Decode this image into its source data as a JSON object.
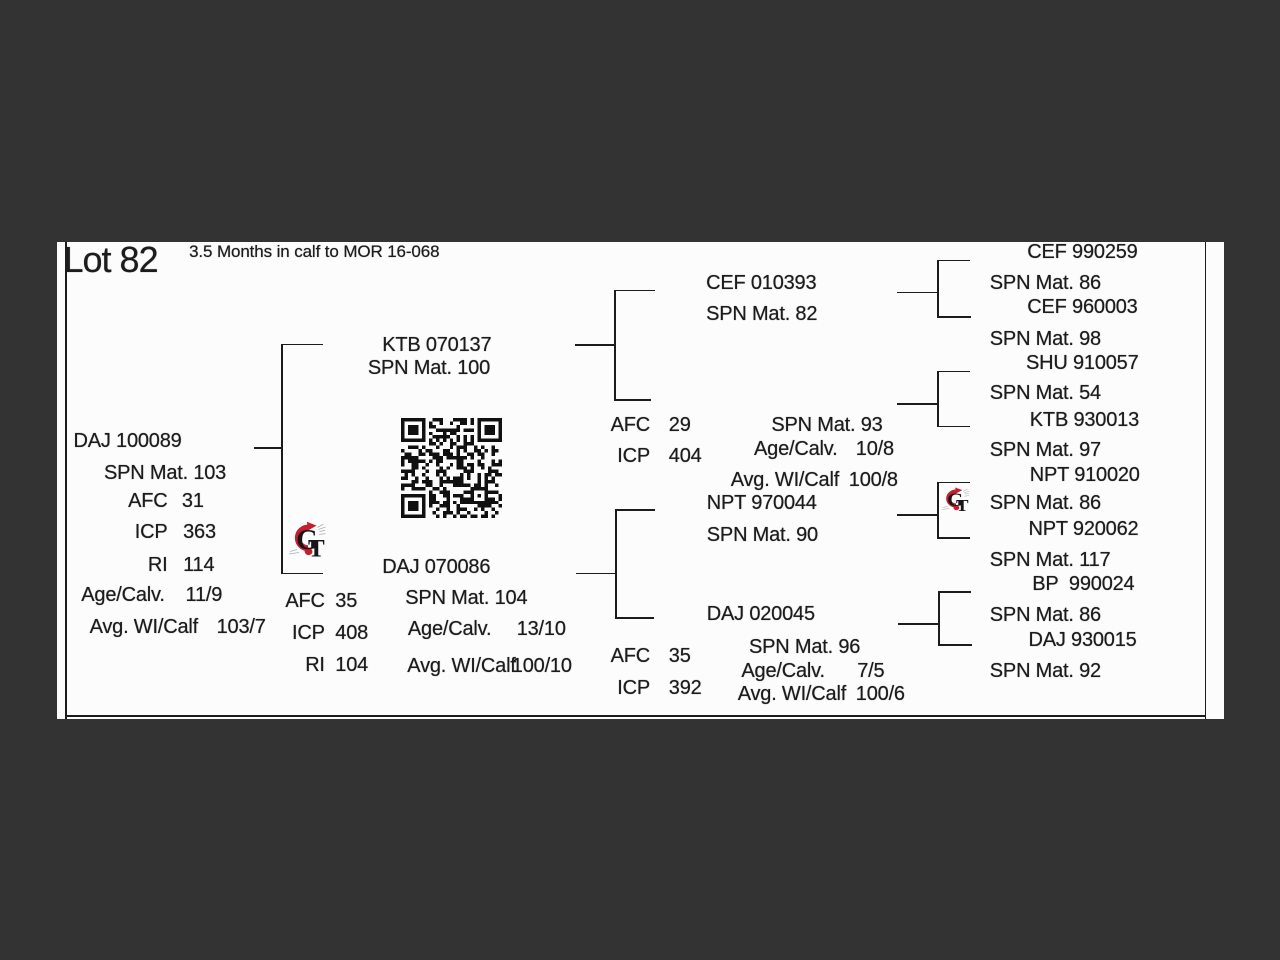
{
  "viewer": {
    "background": "#333333",
    "page_background": "#fcfcfc"
  },
  "colors": {
    "text": "#1c1c1c",
    "line": "#1c1c1c",
    "logo_red": "#c41f2e",
    "logo_black": "#161616",
    "logo_sketch": "#a9aeb8"
  },
  "header": {
    "lot": "Lot 82",
    "subtitle": "3.5 Months in calf to MOR 16-068"
  },
  "pedigree": {
    "subject": {
      "id": "DAJ 100089",
      "spn": "SPN Mat. 103",
      "stats": [
        {
          "label": "AFC",
          "value": "31"
        },
        {
          "label": "ICP",
          "value": "363"
        },
        {
          "label": "RI",
          "value": "114"
        },
        {
          "label": "Age/Calv.",
          "value": "11/9"
        },
        {
          "label": "Avg. WI/Calf",
          "value": "103/7"
        }
      ]
    },
    "sire": {
      "id": "KTB 070137",
      "spn": "SPN Mat. 100",
      "stats": [
        {
          "label": "AFC",
          "value": "35"
        },
        {
          "label": "ICP",
          "value": "408"
        },
        {
          "label": "RI",
          "value": "104"
        }
      ]
    },
    "dam": {
      "id": "DAJ 070086",
      "spn": "SPN Mat. 104",
      "stats": [
        {
          "label": "Age/Calv.",
          "value": "13/10"
        },
        {
          "label": "Avg. WI/Calf",
          "value": "100/10"
        }
      ]
    },
    "sire_sire": {
      "id": "CEF 010393",
      "spn": "SPN Mat. 82"
    },
    "sire_branch_stats": [
      {
        "label": "AFC",
        "value": "29"
      },
      {
        "label": "ICP",
        "value": "404"
      }
    ],
    "sire_dam": {
      "spn": "SPN Mat. 93",
      "stats": [
        {
          "label": "Age/Calv.",
          "value": "10/8"
        },
        {
          "label": "Avg. WI/Calf",
          "value": "100/8"
        }
      ]
    },
    "dam_sire": {
      "id": "NPT 970044",
      "spn": "SPN Mat. 90"
    },
    "dam_branch_stats": [
      {
        "label": "AFC",
        "value": "35"
      },
      {
        "label": "ICP",
        "value": "392"
      }
    ],
    "dam_dam": {
      "id": "DAJ 020045",
      "spn": "SPN Mat. 96",
      "stats": [
        {
          "label": "Age/Calv.",
          "value": "7/5"
        },
        {
          "label": "Avg. WI/Calf",
          "value": "100/6"
        }
      ]
    },
    "great_grandparents": [
      {
        "id": "CEF 990259",
        "spn": "SPN Mat. 86"
      },
      {
        "id": "CEF 960003",
        "spn": "SPN Mat. 98"
      },
      {
        "id": "SHU 910057",
        "spn": "SPN Mat. 54"
      },
      {
        "id": "KTB 930013",
        "spn": "SPN Mat. 97"
      },
      {
        "id": "NPT 910020",
        "spn": "SPN Mat. 86"
      },
      {
        "id": "NPT 920062",
        "spn": "SPN Mat. 117"
      },
      {
        "id": "BP  990024",
        "spn": "SPN Mat. 86"
      },
      {
        "id": "DAJ 930015",
        "spn": "SPN Mat. 92"
      }
    ]
  },
  "logo": {
    "letters": "GT"
  },
  "qr": {
    "rows": [
      "11111110011100011110101111111",
      "10000010100100100110101000001",
      "10111010110000001000001011101",
      "10111010001111111011101011101",
      "10111010100010110000001011101",
      "10000010011111001010101000001",
      "11111110101010101010101111111",
      "00000000110100110011100000000",
      "00111010001000101110010100100",
      "10000101100011001010011010110",
      "01100110111011101001101100100",
      "11111000011101111110100100000",
      "10111110101100001100001000101",
      "10011001001000101101101100111",
      "00011010000101001110100101000",
      "11110001001110000011100001110",
      "01010010001010000101001011011",
      "11001001000101011101001010100",
      "00011011100111111100001011100",
      "11110001100100011111011010010",
      "10011110011010000000111110000",
      "00000000100111000011100011110",
      "11111110110011011100101010001",
      "10000010110001000111100011101",
      "10111010111011010111111111110",
      "10111010100111001000001111001",
      "10111010001001001110010100100",
      "10000010010011101001000010010",
      "11111110001010010110110110100"
    ]
  }
}
